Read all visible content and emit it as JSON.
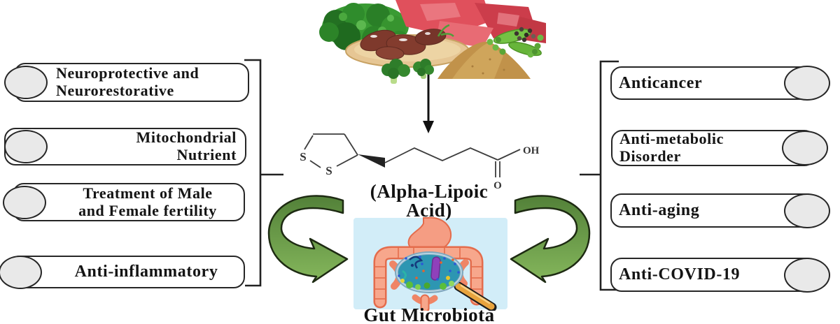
{
  "figure": {
    "compound_line1": "(Alpha-Lipoic",
    "compound_line2": "Acid)",
    "gut_label": "Gut Microbiota"
  },
  "left_benefits": [
    {
      "line1": "Neuroprotective and",
      "line2": "Neurorestorative"
    },
    {
      "line1": "Mitochondrial",
      "line2": "Nutrient"
    },
    {
      "line1": "Treatment of Male",
      "line2": "and Female fertility"
    },
    {
      "line1": "Anti-inflammatory",
      "line2": ""
    }
  ],
  "right_benefits": [
    {
      "line1": "Anticancer",
      "line2": ""
    },
    {
      "line1": "Anti-metabolic",
      "line2": "Disorder"
    },
    {
      "line1": "Anti-aging",
      "line2": ""
    },
    {
      "line1": "Anti-COVID-19",
      "line2": ""
    }
  ],
  "chemistry": {
    "s_ring_left": "S",
    "s_ring_bottom": "S",
    "hydroxyl": "OH",
    "carbonyl_oxygen": "O"
  },
  "colors": {
    "arrow_green_dark": "#4f7d36",
    "arrow_green_light": "#85b75c",
    "arrow_outline": "#1d2a12",
    "box_border": "#262626",
    "ellipse_fill": "#e9e9e9",
    "gut_background": "#d2edf8",
    "intestine_coral": "#f7a78c",
    "intestine_outline": "#e46c4c",
    "meat_red": "#d6404e",
    "greens_green": "#2f8c2c",
    "powder_tan": "#c1924a",
    "lens_teal": "#2d96b2",
    "handle_orange": "#e8a33d"
  }
}
